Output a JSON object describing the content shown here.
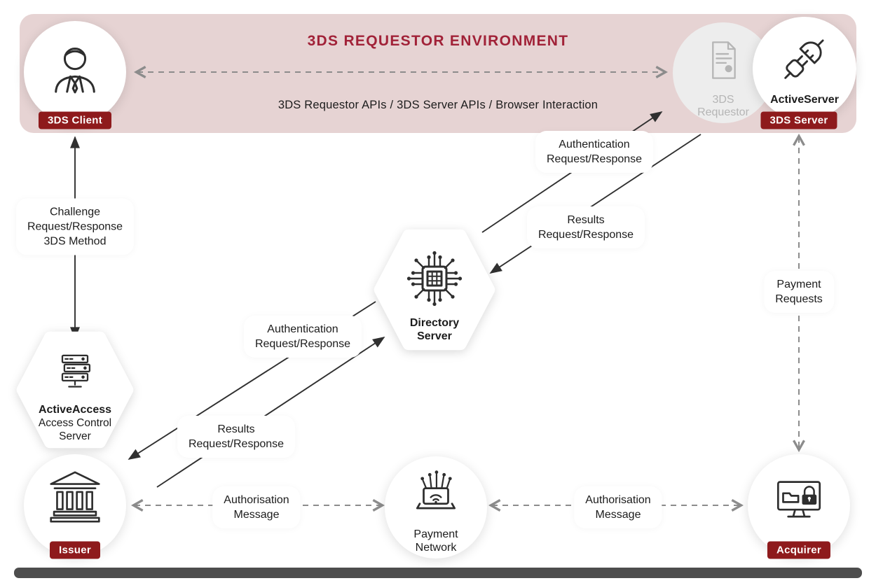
{
  "banner": {
    "title": "3DS REQUESTOR ENVIRONMENT",
    "subtitle": "3DS Requestor APIs / 3DS Server APIs / Browser Interaction"
  },
  "nodes": {
    "client": {
      "badge": "3DS Client",
      "icon": "person-icon"
    },
    "requestor": {
      "line1": "3DS",
      "line2": "Requestor",
      "icon": "document-icon"
    },
    "active_server": {
      "name": "ActiveServer",
      "badge": "3DS Server",
      "icon": "plug-icon"
    },
    "access_control": {
      "name": "ActiveAccess",
      "line1": "Access Control",
      "line2": "Server",
      "icon": "server-stack-icon"
    },
    "issuer": {
      "badge": "Issuer",
      "icon": "bank-icon"
    },
    "directory": {
      "line1": "Directory",
      "line2": "Server",
      "icon": "chip-icon"
    },
    "payment_network": {
      "line1": "Payment",
      "line2": "Network",
      "icon": "laptop-wifi-icon"
    },
    "acquirer": {
      "badge": "Acquirer",
      "icon": "monitor-lock-icon"
    }
  },
  "edge_labels": {
    "challenge": [
      "Challenge",
      "Request/Response",
      "3DS Method"
    ],
    "auth_top": [
      "Authentication",
      "Request/Response"
    ],
    "results_top": [
      "Results",
      "Request/Response"
    ],
    "auth_bottom": [
      "Authentication",
      "Request/Response"
    ],
    "results_bottom": [
      "Results",
      "Request/Response"
    ],
    "payment_requests": [
      "Payment",
      "Requests"
    ],
    "authorisation_left": [
      "Authorisation",
      "Message"
    ],
    "authorisation_right": [
      "Authorisation",
      "Message"
    ]
  },
  "colors": {
    "banner_bg": "#e6d3d3",
    "banner_title": "#a12238",
    "badge_bg": "#8e1a1c",
    "text_dark": "#1c1c1c",
    "muted_gray": "#b5b5b5",
    "arrow_gray": "#8c8c8c",
    "arrow_dark": "#303030",
    "icon_stroke": "#2e2e2e",
    "base_bar": "#4d4d4d"
  }
}
